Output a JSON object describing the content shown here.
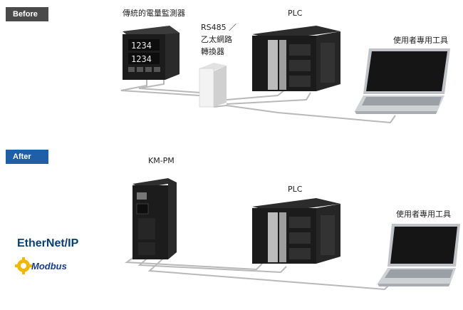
{
  "before": {
    "tag": "Before",
    "meter_label": "傳統的電量監測器",
    "converter_label": [
      "RS485 ／",
      "乙太網路",
      "轉換器"
    ],
    "plc_label": "PLC",
    "pc_label": "使用者專用工具",
    "meter_display": [
      "1234",
      "1234"
    ]
  },
  "after": {
    "tag": "After",
    "kmpm_label": "KM-PM",
    "plc_label": "PLC",
    "pc_label": "使用者專用工具",
    "ethernet_logo": "EtherNet/IP",
    "modbus_logo": "Modbus"
  },
  "colors": {
    "before_tag": "#4a4a4a",
    "after_tag": "#1f5fa8",
    "cable": "#b9b9b9",
    "device": "#1c1c1c"
  }
}
